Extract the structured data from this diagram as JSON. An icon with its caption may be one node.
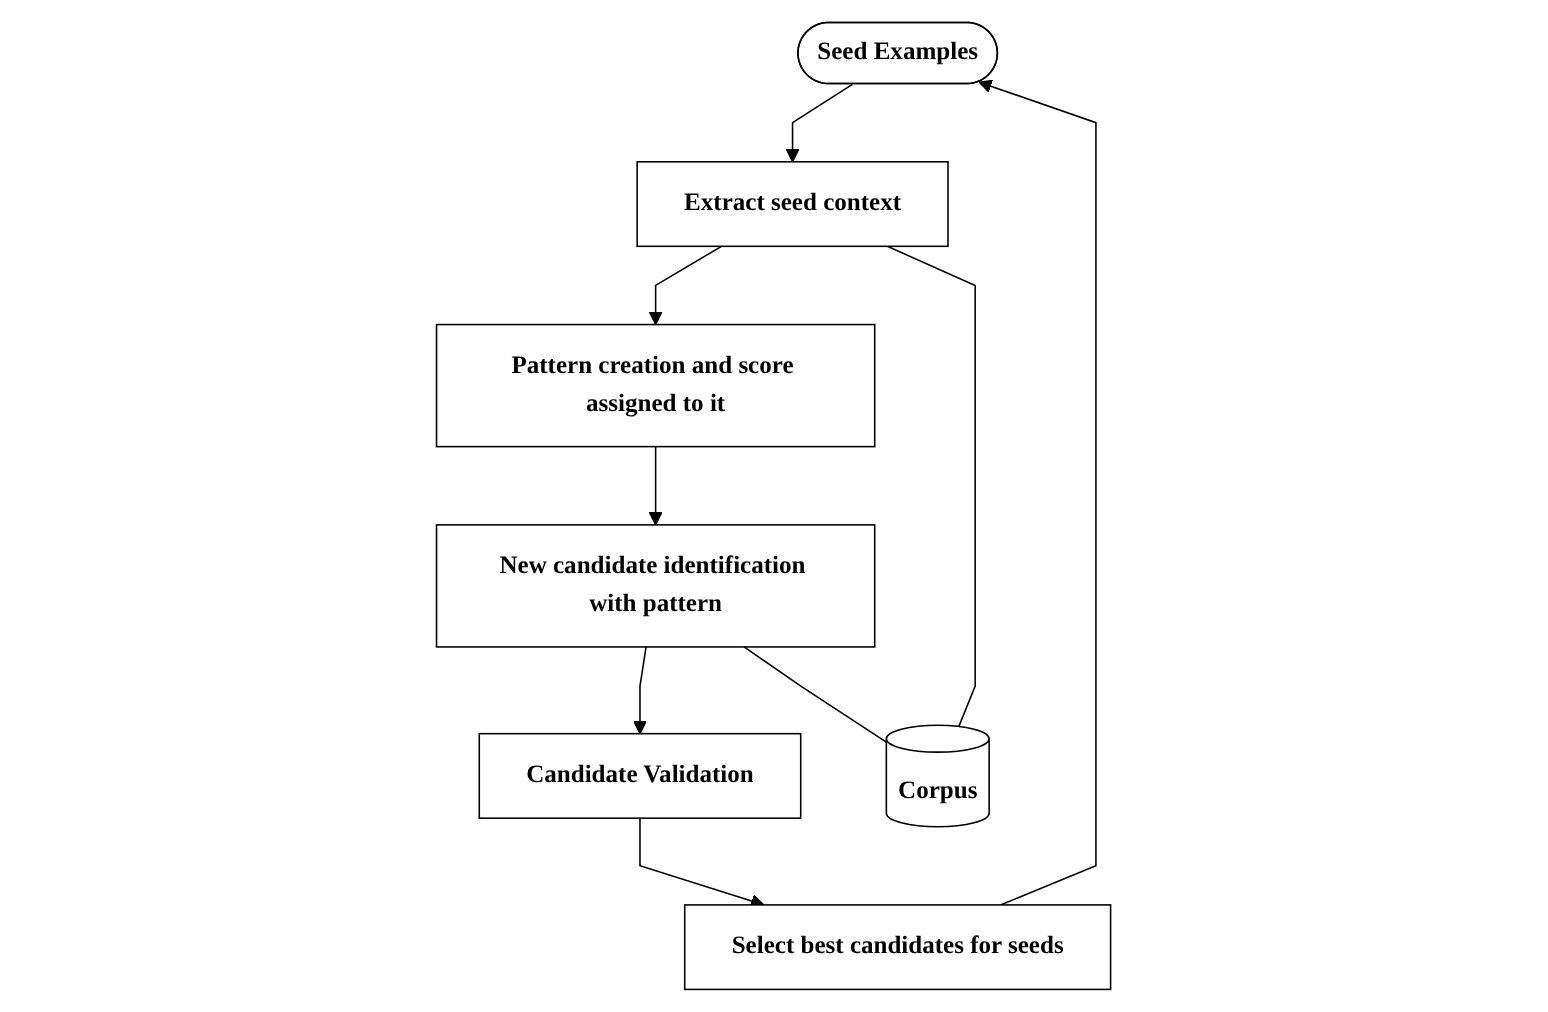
{
  "diagram": {
    "nodes": [
      {
        "text": [
          "Seed Examples"
        ]
      },
      {
        "text": [
          "Extract seed context"
        ]
      },
      {
        "text": [
          "Pattern creation and score assigned to it"
        ]
      },
      {
        "text": [
          "New candidate identification with pattern"
        ]
      },
      {
        "text": [
          "Candidate Validation"
        ]
      },
      {
        "text": [
          "Select best candidates for seeds"
        ]
      },
      {
        "text": [
          "Corpus"
        ]
      }
    ],
    "edges": [
      {
        "from": 0,
        "to": 1,
        "arrow": "to"
      },
      {
        "from": 1,
        "to": 2,
        "arrow": "to"
      },
      {
        "from": 2,
        "to": 3,
        "arrow": "to"
      },
      {
        "from": 3,
        "to": 4,
        "arrow": "to"
      },
      {
        "from": 4,
        "to": 5,
        "arrow": "to"
      },
      {
        "from": 5,
        "to": 0,
        "arrow": "to"
      },
      {
        "from": 1,
        "to": 6,
        "arrow": "none"
      },
      {
        "from": 3,
        "to": 6,
        "arrow": "none"
      }
    ]
  }
}
